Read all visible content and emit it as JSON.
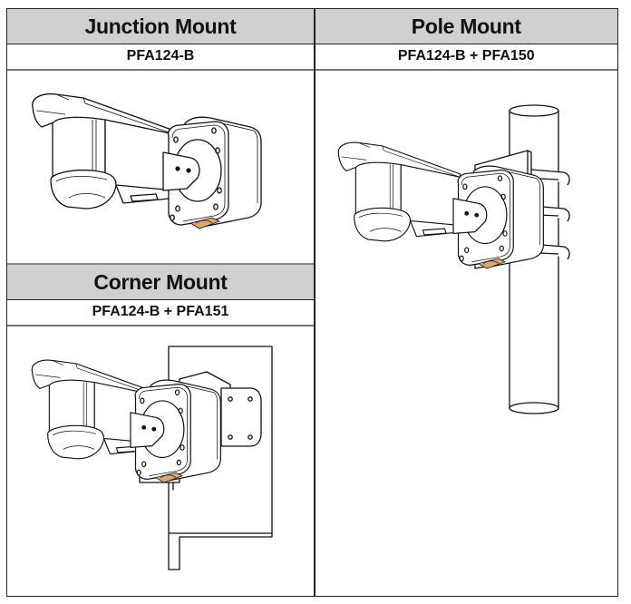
{
  "sections": {
    "junction": {
      "title": "Junction Mount",
      "model": "PFA124-B",
      "illustration": "camera-junction-mount-illustration"
    },
    "pole": {
      "title": "Pole Mount",
      "model": "PFA124-B + PFA150",
      "illustration": "camera-pole-mount-illustration"
    },
    "corner": {
      "title": "Corner Mount",
      "model": "PFA124-B + PFA151",
      "illustration": "camera-corner-mount-illustration"
    }
  },
  "colors": {
    "header_bg": "#d0d0d0",
    "border": "#222222",
    "accent": "#d9a878"
  }
}
